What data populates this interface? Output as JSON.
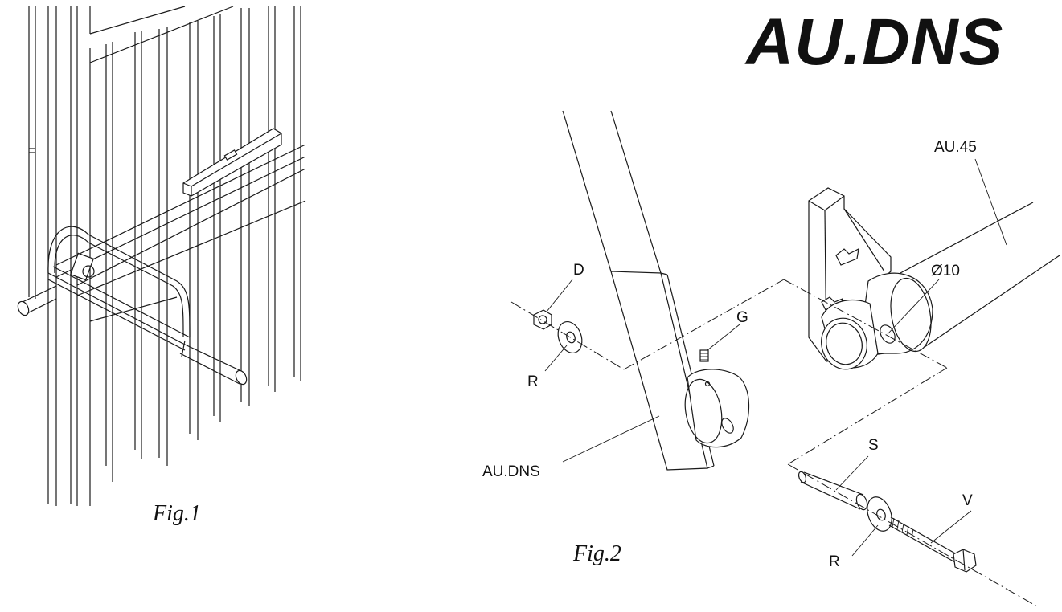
{
  "brand": "AU.DNS",
  "figures": [
    {
      "caption": "Fig.1"
    },
    {
      "caption": "Fig.2"
    }
  ],
  "callouts": {
    "d": "D",
    "r_top": "R",
    "g": "G",
    "au_dns": "AU.DNS",
    "au45": "AU.45",
    "dia10": "Ø10",
    "s": "S",
    "v": "V",
    "r_bottom": "R"
  }
}
